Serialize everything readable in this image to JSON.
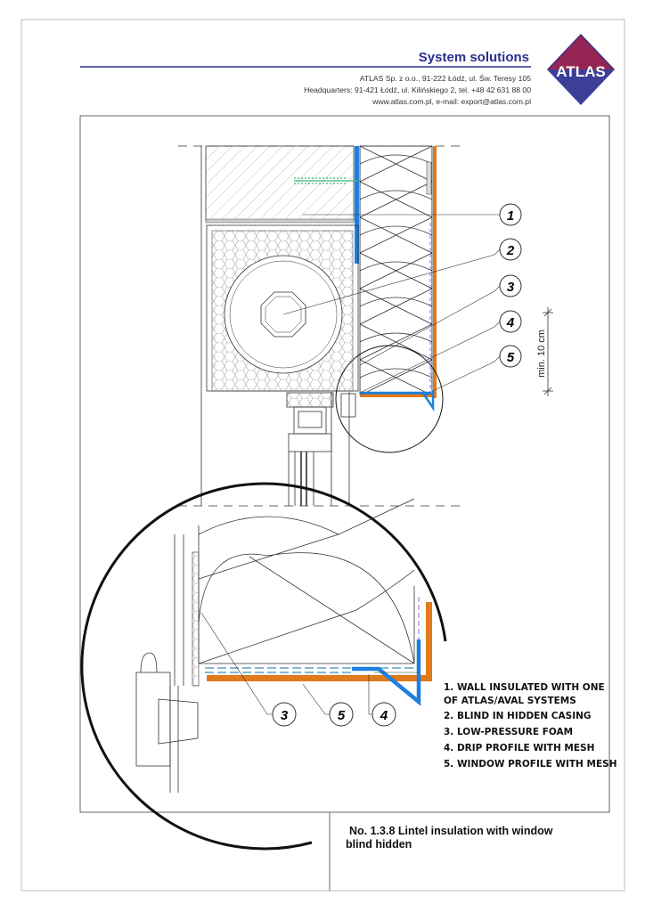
{
  "header": {
    "tagline": "System solutions",
    "address_lines": [
      "ATLAS Sp. z o.o.,  91-222 Łódź, ul. Św. Teresy 105",
      "Headquarters: 91-421 Łódź, ul. Kilińskiego 2,  tel. +48 42 631 88 00",
      "www.atlas.com.pl,   e-mail: export@atlas.com.pl"
    ],
    "logo_text": "ATLAS"
  },
  "colors": {
    "brand_blue": "#2b2f8f",
    "brand_red": "#e0202a",
    "profile_blue": "#1e7fe0",
    "render_orange": "#e07a1a",
    "anchor_green": "#3cb878"
  },
  "drawing": {
    "main_callouts": [
      "1",
      "2",
      "3",
      "4",
      "5"
    ],
    "dimension_label": "min. 10 cm",
    "detail_callouts": [
      "3",
      "5",
      "4"
    ]
  },
  "legend": [
    "1. WALL INSULATED WITH ONE",
    "OF ATLAS/AVAL SYSTEMS",
    "2. BLIND IN HIDDEN CASING",
    "3. LOW-PRESSURE FOAM",
    "4. DRIP PROFILE WITH MESH",
    "5. WINDOW PROFILE WITH MESH"
  ],
  "title_block": {
    "line1": "No. 1.3.8 Lintel insulation with window",
    "line2": "blind hidden"
  }
}
